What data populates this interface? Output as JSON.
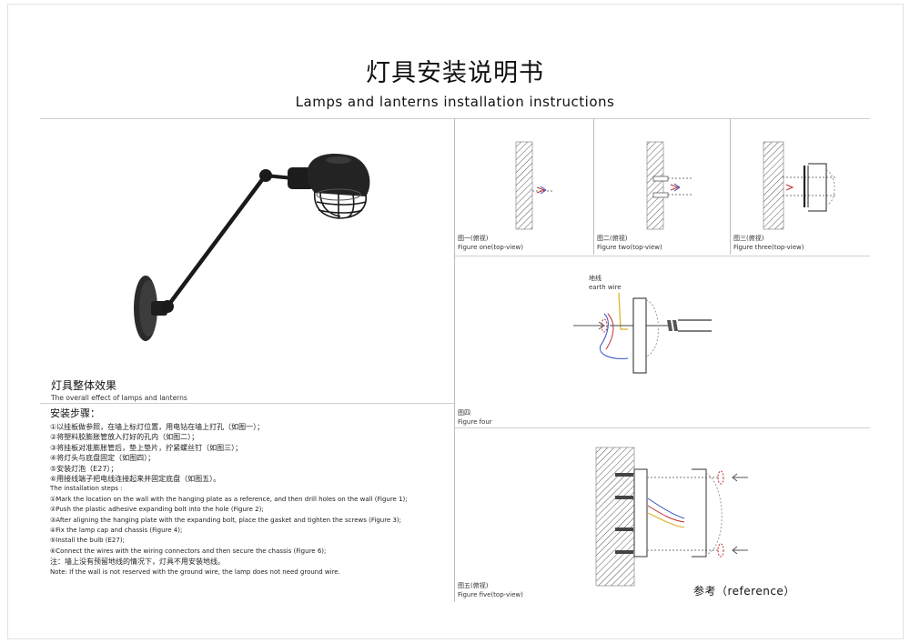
{
  "title_cn": "灯具安装说明书",
  "title_en": "Lamps and lanterns installation instructions",
  "overall": {
    "label_cn": "灯具整体效果",
    "label_en": "The overall effect of lamps and lanterns"
  },
  "steps": {
    "heading_cn": "安装步骤：",
    "cn": [
      "①以挂板做参照，在墙上标灯位置，用电钻在墙上打孔（如图一）；",
      "②将塑料胶膨胀管放入打好的孔内（如图二）；",
      "③将挂板对准膨胀管后，垫上垫片，拧紧螺丝钉（如图三）；",
      "④将灯头与底盘固定（如图四）；",
      "⑤安装灯泡（E27）；",
      "⑥用接线端子把电线连接起来并固定底盘（如图五）。"
    ],
    "heading_en": "The installation steps :",
    "en": [
      "①Mark the location on the wall with the hanging plate as a reference, and then drill holes on the wall (Figure 1);",
      "②Push the plastic adhesive expanding bolt into the hole (Figure 2);",
      "③After aligning the hanging plate with the expanding bolt, place the gasket and tighten the screws (Figure 3);",
      "④Fix the lamp cap and chassis (Figure 4);",
      "⑤Install the bulb (E27);",
      "⑥Connect the wires with the wiring connectors and then secure the chassis (Figure 6);"
    ],
    "note_cn": "注：墙上没有预留地线的情况下，灯具不用安装地线。",
    "note_en": "Note: If the wall is not reserved with the ground wire, the lamp does not need ground wire."
  },
  "figures": {
    "fig1_cn": "图一(俯视)",
    "fig1_en": "Figure one(top-view)",
    "fig2_cn": "图二(俯视)",
    "fig2_en": "Figure two(top-view)",
    "fig3_cn": "图三(俯视)",
    "fig3_en": "Figure three(top-view)",
    "fig4_cn": "图四",
    "fig4_en": "Figure four",
    "fig4_ground_cn": "地线",
    "fig4_ground_en": "earth wire",
    "fig5_cn": "图五(俯视)",
    "fig5_en": "Figure five(top-view)"
  },
  "reference_label": "参考（reference）"
}
